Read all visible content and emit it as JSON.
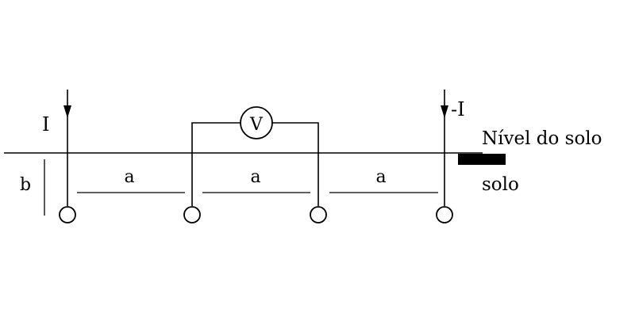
{
  "diagram": {
    "current_in_label": "I",
    "current_out_label": "-I",
    "voltmeter_label": "V",
    "spacing_label_1": "a",
    "spacing_label_2": "a",
    "spacing_label_3": "a",
    "depth_label": "b",
    "ground_level_label": "Nível do solo",
    "soil_label": "solo"
  }
}
